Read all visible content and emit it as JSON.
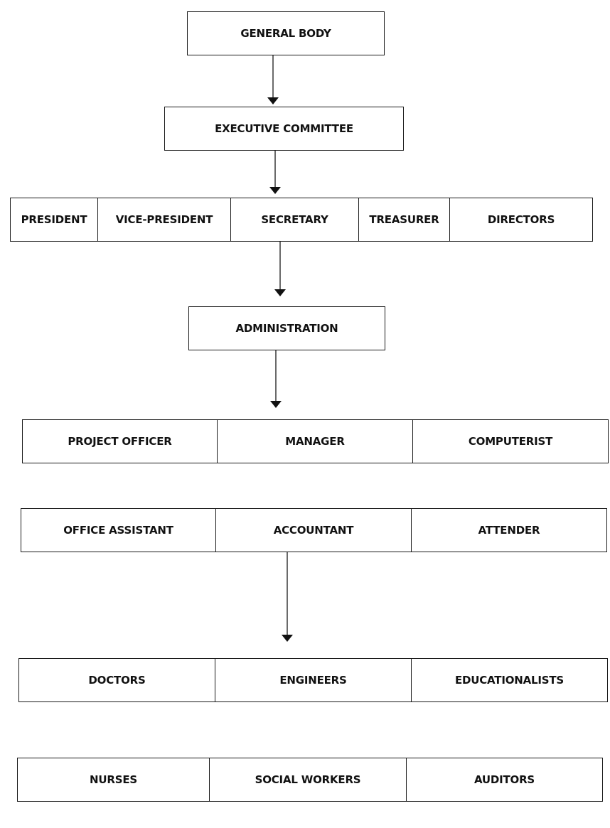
{
  "nodes": {
    "general_body": "GENERAL BODY",
    "executive_committee": "EXECUTIVE COMMITTEE",
    "administration": "ADMINISTRATION"
  },
  "officers": [
    "PRESIDENT",
    "VICE-PRESIDENT",
    "SECRETARY",
    "TREASURER",
    "DIRECTORS"
  ],
  "staff_row_1": [
    "PROJECT OFFICER",
    "MANAGER",
    "COMPUTERIST"
  ],
  "staff_row_2": [
    "OFFICE ASSISTANT",
    "ACCOUNTANT",
    "ATTENDER"
  ],
  "professionals_row_1": [
    "DOCTORS",
    "ENGINEERS",
    "EDUCATIONALISTS"
  ],
  "professionals_row_2": [
    "NURSES",
    "SOCIAL WORKERS",
    "AUDITORS"
  ]
}
